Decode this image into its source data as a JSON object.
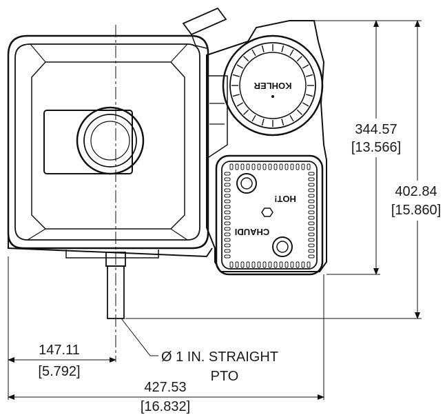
{
  "dimensions": {
    "height_to_shroud": {
      "mm": "344.57",
      "in": "[13.566]"
    },
    "overall_height": {
      "mm": "402.84",
      "in": "[15.860]"
    },
    "pto_offset": {
      "mm": "147.11",
      "in": "[5.792]"
    },
    "overall_width": {
      "mm": "427.53",
      "in": "[16.832]"
    }
  },
  "callout": {
    "line1": "Ø 1 IN. STRAIGHT",
    "line2": "PTO"
  },
  "engine_labels": {
    "brand": "KOHLER",
    "warning_en": "HOT!",
    "warning_fr": "CHAUDI"
  },
  "colors": {
    "line": "#111111",
    "background": "#ffffff"
  }
}
